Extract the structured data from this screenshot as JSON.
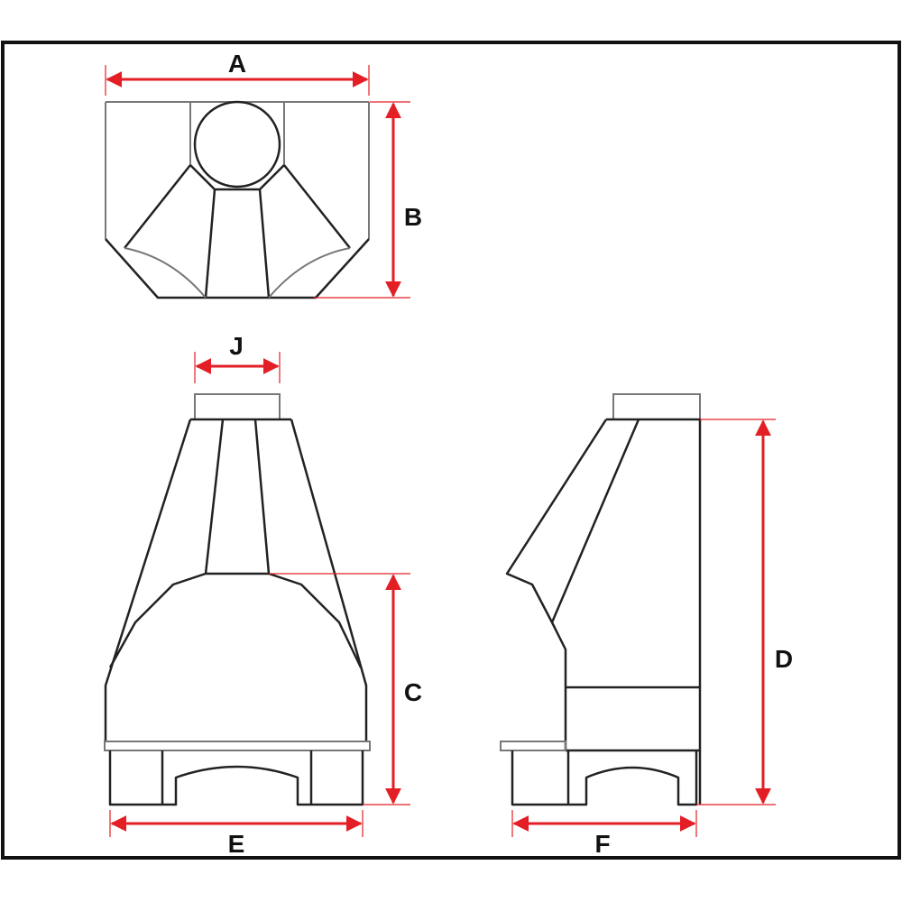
{
  "labels": {
    "A": "A",
    "B": "B",
    "C": "C",
    "D": "D",
    "E": "E",
    "F": "F",
    "J": "J"
  },
  "colors": {
    "dimension": "#e31e24",
    "line": "#222222",
    "frame": "#111111"
  }
}
